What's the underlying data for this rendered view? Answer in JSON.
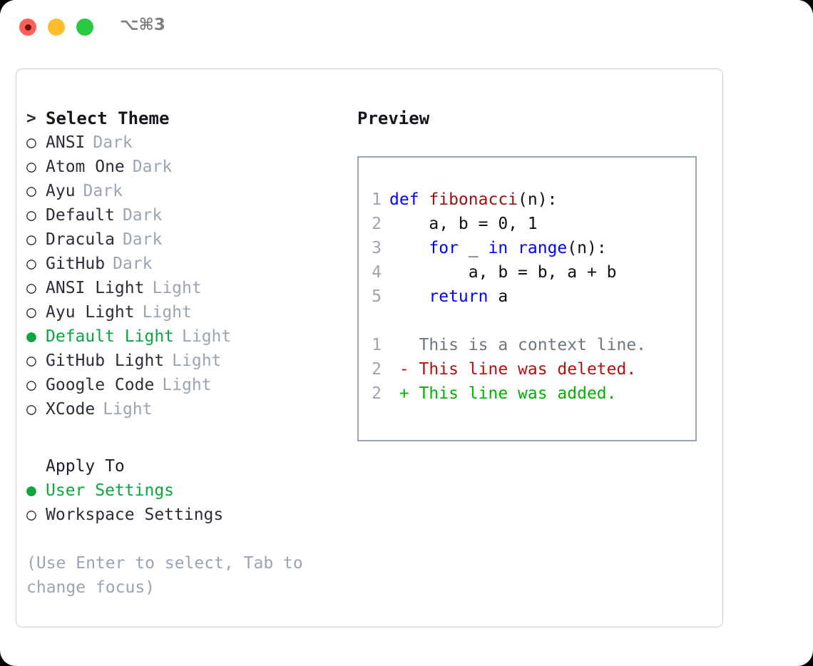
{
  "titlebar": {
    "shortcut": "⌥⌘3",
    "buttons": [
      {
        "name": "close",
        "color": "#ff5f57"
      },
      {
        "name": "minimize",
        "color": "#ffbd2e"
      },
      {
        "name": "maximize",
        "color": "#28c840"
      }
    ]
  },
  "theme_picker": {
    "header_prefix": ">",
    "header": "Select Theme",
    "bullet_unselected": "○",
    "bullet_selected": "●",
    "items": [
      {
        "bullet": "○",
        "name": "ANSI",
        "badge": "Dark",
        "selected": false
      },
      {
        "bullet": "○",
        "name": "Atom One",
        "badge": "Dark",
        "selected": false
      },
      {
        "bullet": "○",
        "name": "Ayu",
        "badge": "Dark",
        "selected": false
      },
      {
        "bullet": "○",
        "name": "Default",
        "badge": "Dark",
        "selected": false
      },
      {
        "bullet": "○",
        "name": "Dracula",
        "badge": "Dark",
        "selected": false
      },
      {
        "bullet": "○",
        "name": "GitHub",
        "badge": "Dark",
        "selected": false
      },
      {
        "bullet": "○",
        "name": "ANSI Light",
        "badge": "Light",
        "selected": false
      },
      {
        "bullet": "○",
        "name": "Ayu Light",
        "badge": "Light",
        "selected": false
      },
      {
        "bullet": "●",
        "name": "Default Light",
        "badge": "Light",
        "selected": true
      },
      {
        "bullet": "○",
        "name": "GitHub Light",
        "badge": "Light",
        "selected": false
      },
      {
        "bullet": "○",
        "name": "Google Code",
        "badge": "Light",
        "selected": false
      },
      {
        "bullet": "○",
        "name": "XCode",
        "badge": "Light",
        "selected": false
      }
    ]
  },
  "apply_to": {
    "label": "Apply To",
    "options": [
      {
        "bullet": "●",
        "name": "User Settings",
        "selected": true
      },
      {
        "bullet": "○",
        "name": "Workspace Settings",
        "selected": false
      }
    ]
  },
  "hint": "(Use Enter to select, Tab to\nchange focus)",
  "preview": {
    "title": "Preview",
    "code_lines": [
      {
        "no": "1",
        "tokens": [
          {
            "t": "def ",
            "c": "kw"
          },
          {
            "t": "fibonacci",
            "c": "fn"
          },
          {
            "t": "(n):",
            "c": "plain"
          }
        ]
      },
      {
        "no": "2",
        "tokens": [
          {
            "t": "    a, b = 0, 1",
            "c": "plain"
          }
        ]
      },
      {
        "no": "3",
        "tokens": [
          {
            "t": "    ",
            "c": "plain"
          },
          {
            "t": "for",
            "c": "kw"
          },
          {
            "t": " _ ",
            "c": "plain"
          },
          {
            "t": "in",
            "c": "kw"
          },
          {
            "t": " ",
            "c": "plain"
          },
          {
            "t": "range",
            "c": "kw"
          },
          {
            "t": "(n):",
            "c": "plain"
          }
        ]
      },
      {
        "no": "4",
        "tokens": [
          {
            "t": "        a, b = b, a + b",
            "c": "plain"
          }
        ]
      },
      {
        "no": "5",
        "tokens": [
          {
            "t": "    ",
            "c": "plain"
          },
          {
            "t": "return",
            "c": "kw"
          },
          {
            "t": " a",
            "c": "plain"
          }
        ]
      }
    ],
    "diff_lines": [
      {
        "no": "1",
        "marker": " ",
        "text": " This is a context line.",
        "kind": "context"
      },
      {
        "no": "2",
        "marker": "-",
        "text": " This line was deleted.",
        "kind": "del"
      },
      {
        "no": "2",
        "marker": "+",
        "text": " This line was added.",
        "kind": "add"
      }
    ]
  },
  "colors": {
    "accent_green": "#0aa63f",
    "muted": "#9aa5b1",
    "text": "#2a2f36",
    "keyword_blue": "#0000ff",
    "function_red": "#a01010",
    "diff_delete": "#b3100f",
    "diff_add": "#00b400"
  }
}
